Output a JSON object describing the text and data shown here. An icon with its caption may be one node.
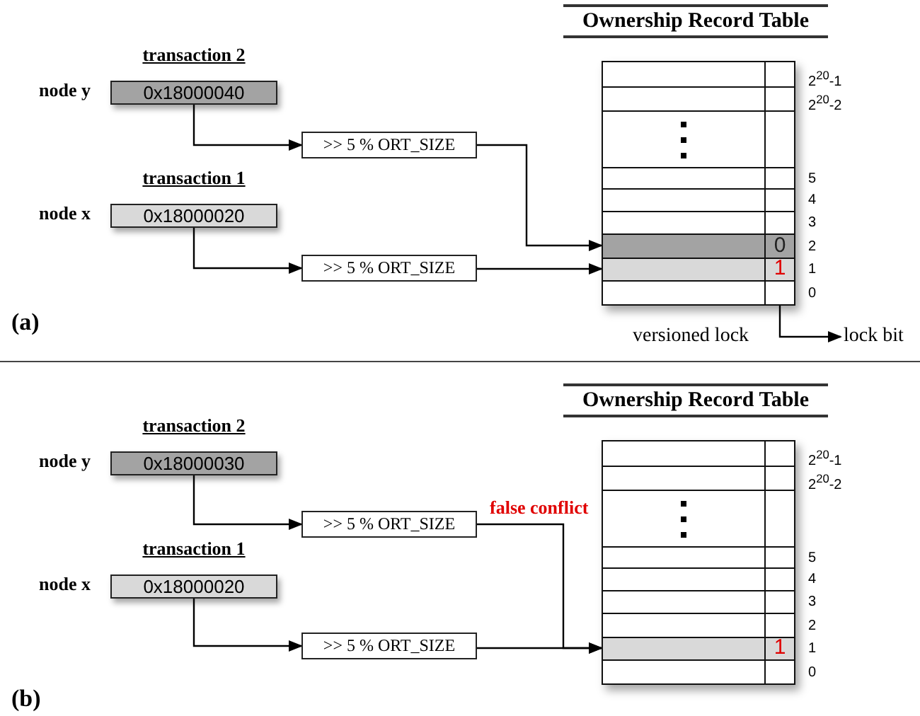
{
  "diagram": {
    "nodes": [
      {
        "text": [
          "transaction 2",
          "0x18000040"
        ],
        "beside": [
          "node y"
        ]
      },
      {
        "text": [
          "transaction 1",
          "0x18000020"
        ],
        "beside": [
          "node x"
        ]
      },
      {
        "text": [
          ">> 5 % ORT_SIZE"
        ]
      },
      {
        "text": [
          ">> 5 % ORT_SIZE"
        ]
      },
      {
        "text": [
          "Ownership Record Table"
        ]
      },
      {
        "text": [],
        "shape": "box",
        "in": 4,
        "beside": [
          "2$^{20}$-1"
        ]
      },
      {
        "text": [],
        "shape": "box",
        "in": 4,
        "beside": [
          "2$^{20}$-2"
        ]
      },
      {
        "text": [],
        "shape": "box",
        "in": 4
      },
      {
        "text": [],
        "shape": "box",
        "in": 4,
        "beside": [
          "5"
        ]
      },
      {
        "text": [],
        "shape": "box",
        "in": 4,
        "beside": [
          "4"
        ]
      },
      {
        "text": [],
        "shape": "box",
        "in": 4,
        "beside": [
          "3"
        ]
      },
      {
        "text": [
          "0"
        ],
        "in": 4,
        "beside": [
          "2"
        ]
      },
      {
        "text": [
          "1"
        ],
        "in": 4,
        "beside": [
          "1"
        ]
      },
      {
        "text": [],
        "shape": "box",
        "in": 4,
        "beside": [
          "0"
        ]
      },
      {
        "text": [
          "lock bit"
        ]
      },
      {
        "text": [
          "transaction 2",
          "0x18000030"
        ],
        "beside": [
          "node y"
        ]
      },
      {
        "text": [
          "transaction 1",
          "0x18000020"
        ],
        "beside": [
          "node x"
        ]
      },
      {
        "text": [
          ">> 5 % ORT_SIZE"
        ]
      },
      {
        "text": [
          ">> 5 % ORT_SIZE"
        ]
      },
      {
        "text": [
          "Ownership Record Table"
        ]
      },
      {
        "text": [],
        "shape": "box",
        "in": 19,
        "beside": [
          "2$^{20}$-1"
        ]
      },
      {
        "text": [],
        "shape": "box",
        "in": 19,
        "beside": [
          "2$^{20}$-2"
        ]
      },
      {
        "text": [],
        "shape": "box",
        "in": 19
      },
      {
        "text": [],
        "shape": "box",
        "in": 19,
        "beside": [
          "5"
        ]
      },
      {
        "text": [],
        "shape": "box",
        "in": 19,
        "beside": [
          "4"
        ]
      },
      {
        "text": [],
        "shape": "box",
        "in": 19,
        "beside": [
          "3"
        ]
      },
      {
        "text": [],
        "shape": "box",
        "in": 19,
        "beside": [
          "2"
        ]
      },
      {
        "text": [
          "1"
        ],
        "in": 19,
        "beside": [
          "1"
        ]
      },
      {
        "text": [],
        "shape": "box",
        "in": 19,
        "beside": [
          "0"
        ]
      }
    ],
    "edges": [
      {
        "from": 0,
        "to": 2,
        "arrow": "to"
      },
      {
        "from": 1,
        "to": 3,
        "arrow": "to"
      },
      {
        "from": 2,
        "to": 11,
        "arrow": "to"
      },
      {
        "from": 3,
        "to": 12,
        "arrow": "to"
      },
      {
        "from": 13,
        "to": 14,
        "arrow": "to"
      },
      {
        "from": 15,
        "to": 17,
        "arrow": "to"
      },
      {
        "from": 16,
        "to": 18,
        "arrow": "to"
      },
      {
        "from": 17,
        "to": 27,
        "arrow": "to",
        "label": "false conflict"
      },
      {
        "from": 18,
        "to": 27,
        "arrow": "to"
      }
    ],
    "labels": [
      "versioned lock",
      "(a)",
      "(b)"
    ]
  }
}
